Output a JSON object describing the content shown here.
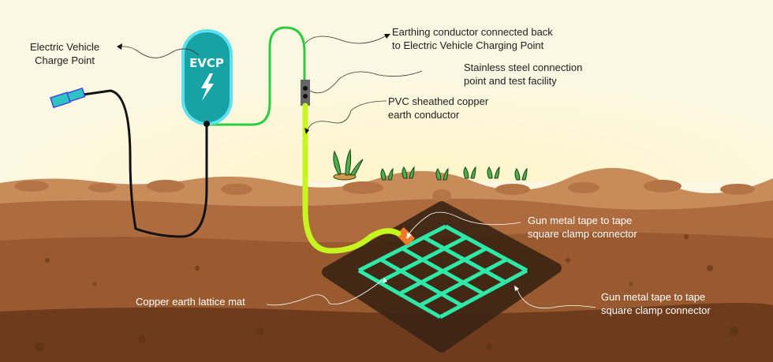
{
  "evcp": {
    "text": "EVCP"
  },
  "labels": {
    "charge_point": [
      "Electric Vehicle",
      "Charge Point"
    ],
    "earthing_conductor": [
      "Earthing conductor connected back",
      "to Electric Vehicle Charging Point"
    ],
    "test_facility": [
      "Stainless steel connection",
      "point and test facility"
    ],
    "pvc_conductor": [
      "PVC sheathed copper",
      "earth conductor"
    ],
    "clamp_top": [
      "Gun metal tape to tape",
      "square clamp connector"
    ],
    "lattice_mat": [
      "Copper earth lattice mat"
    ],
    "clamp_bottom": [
      "Gun metal tape to tape",
      "square clamp connector"
    ]
  },
  "colors": {
    "sky": "#fcf7e2",
    "evcp_body": "#17a3a6",
    "evcp_rim": "#5fe0ee",
    "earth_cable": "#2ecc40",
    "pvc_cable": "#c6f51f",
    "lattice": "#2ee8a8",
    "clamp": "#f07a2a",
    "mat": "#3a2313"
  }
}
